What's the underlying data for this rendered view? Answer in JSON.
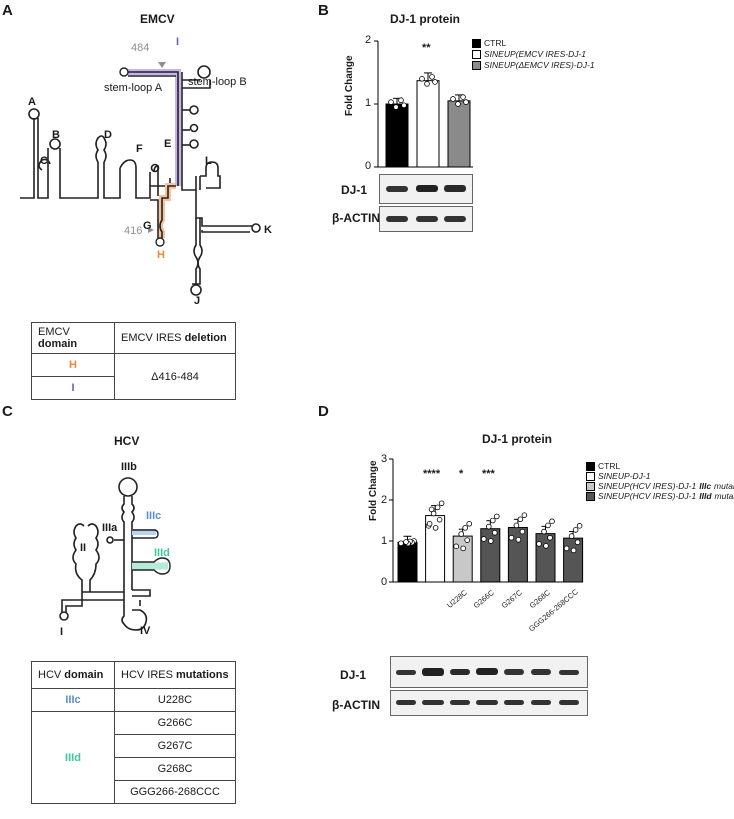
{
  "panelA": {
    "letter": "A",
    "title": "EMCV",
    "marker_484": "484",
    "marker_416": "416",
    "stem_loop_a": "stem-loop A",
    "stem_loop_b": "stem-loop B",
    "domains": [
      "A",
      "B",
      "C",
      "D",
      "E",
      "F",
      "G",
      "H",
      "I",
      "J",
      "K",
      "L"
    ],
    "table": {
      "col1": {
        "text": "EMCV ",
        "bold": "domain"
      },
      "col2": {
        "text": "EMCV IRES ",
        "bold": "deletion"
      },
      "row_h": "H",
      "row_i": "I",
      "deletion": "Δ416-484"
    },
    "colors": {
      "H": "#f0883c",
      "I": "#7b57b6",
      "marker": "#8f8f8f"
    }
  },
  "panelB": {
    "letter": "B",
    "title": "DJ-1 protein",
    "ylabel": "Fold Change",
    "yticks": [
      "2",
      "1",
      "0"
    ],
    "significance": "**",
    "legend": [
      "CTRL",
      "SINEUP(EMCV IRES-DJ-1",
      "SINEUP(ΔEMCV IRES)-DJ-1"
    ],
    "blot_labels": [
      "DJ-1",
      "β-ACTIN"
    ],
    "chart_data": {
      "type": "bar",
      "categories": [
        "CTRL",
        "SINEUP(EMCV IRES-DJ-1",
        "SINEUP(ΔEMCV IRES)-DJ-1"
      ],
      "values": [
        1.0,
        1.37,
        1.05
      ],
      "ylim": [
        0,
        2
      ],
      "colors": [
        "#000000",
        "#ffffff",
        "#8a8a8a"
      ]
    }
  },
  "panelC": {
    "letter": "C",
    "title": "HCV",
    "domains": [
      "IIIb",
      "IIIa",
      "IIIc",
      "II",
      "IIId",
      "I",
      "IV"
    ],
    "table": {
      "col1": {
        "text": "HCV ",
        "bold": "domain"
      },
      "col2": {
        "text": "HCV IRES ",
        "bold": "mutations"
      },
      "iiic": "IIIc",
      "iiid": "IIId",
      "mutations": [
        "U228C",
        "G266C",
        "G267C",
        "G268C",
        "GGG266-268CCC"
      ]
    },
    "colors": {
      "IIIc": "#5b8fd0",
      "IIId": "#3fc7a0"
    }
  },
  "panelD": {
    "letter": "D",
    "title": "DJ-1 protein",
    "ylabel": "Fold Change",
    "yticks": [
      "3",
      "2",
      "1",
      "0"
    ],
    "significance": [
      "****",
      "*",
      "***"
    ],
    "legend": [
      {
        "text": "CTRL"
      },
      {
        "text": "SINEUP-DJ-1",
        "italic": true
      },
      {
        "text": "SINEUP(HCV IRES)-DJ-1 ",
        "bold": "IIIc",
        "tail": " mutant"
      },
      {
        "text": "SINEUP(HCV IRES)-DJ-1 ",
        "bold": "IIId",
        "tail": " mutants"
      }
    ],
    "blot_labels": [
      "DJ-1",
      "β-ACTIN"
    ],
    "chart_data": {
      "type": "bar",
      "categories": [
        "CTRL",
        "SINEUP-DJ-1",
        "U228C",
        "G266C",
        "G267C",
        "G268C",
        "GGG266-268CCC"
      ],
      "x_tick_labels": [
        "",
        "",
        "U228C",
        "G266C",
        "G267C",
        "G268C",
        "GGG266-268CCC"
      ],
      "values": [
        0.97,
        1.62,
        1.12,
        1.3,
        1.33,
        1.18,
        1.07
      ],
      "ylim": [
        0,
        3
      ],
      "colors": [
        "#000000",
        "#ffffff",
        "#c8c8c8",
        "#555555",
        "#555555",
        "#555555",
        "#555555"
      ]
    }
  }
}
